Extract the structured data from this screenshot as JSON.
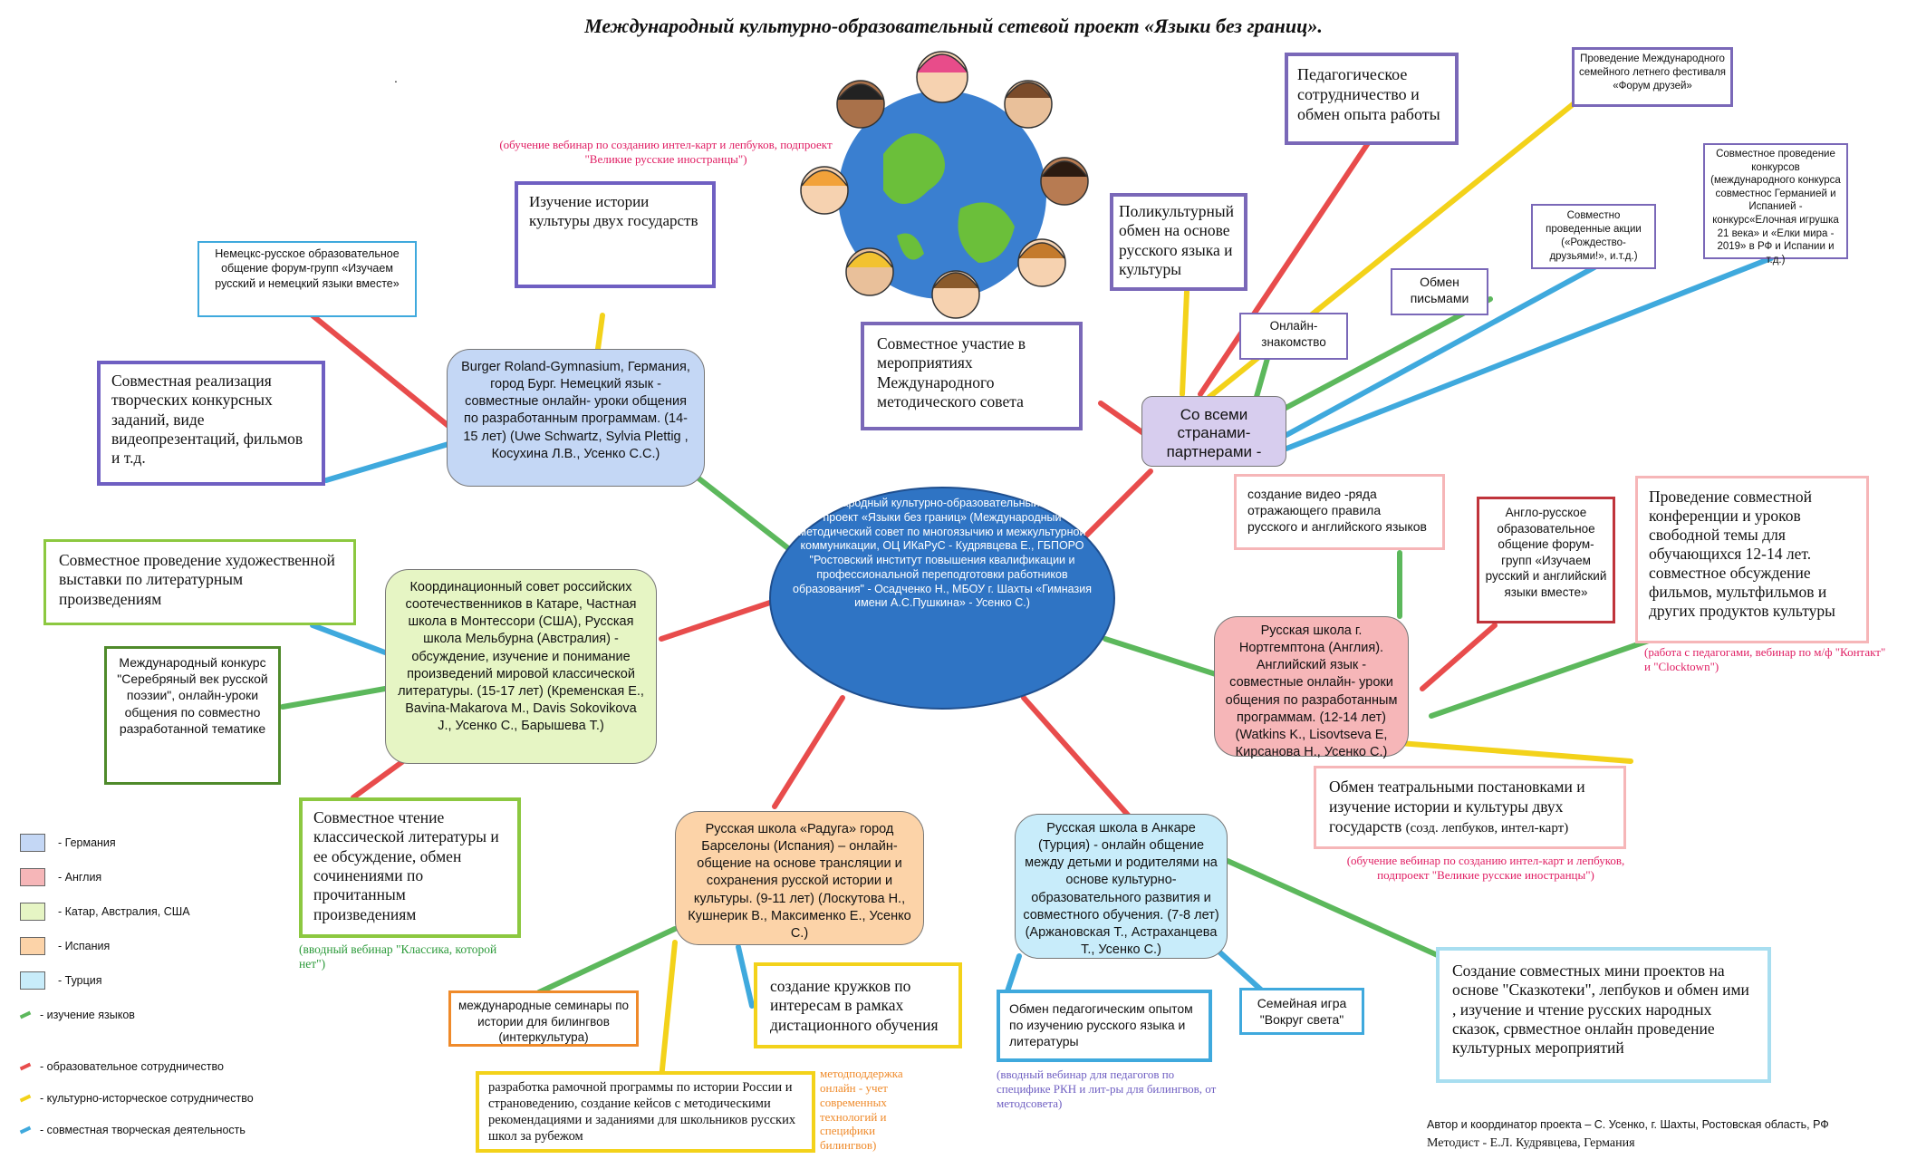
{
  "title": "Международный  культурно-образовательный  сетевой проект «Языки без границ».",
  "dot": ".",
  "colors": {
    "language": "#5cb85c",
    "educational": "#e84c4c",
    "cultural": "#f3d21a",
    "creative": "#3fa9dd",
    "germany": "#c4d7f5",
    "england": "#f6b6b8",
    "qatar": "#e6f5c4",
    "spain": "#fcd3a8",
    "turkey": "#c8ecfa",
    "purple": "#7a68b8",
    "ellipse": "#2f74c4"
  },
  "center": {
    "text": "Международный культурно-образовательный  сетевой проект «Языки без границ» (Международный методический совет по многоязычию и межкультурной коммуникации, ОЦ ИКаРуС - Кудрявцева Е., ГБПОРО \"Ростовский институт повышения квалификации и профессиональной переподготовки работников образования\" - Осадченко Н., МБОУ г. Шахты «Гимназия имени А.С.Пушкина» - Усенко С.)"
  },
  "nodes": {
    "germany": "Burger Roland-Gymnasium, Германия, город Бург. Немецкий язык - совместные онлайн- уроки общения по разработанным программам. (14-15 лет) (Uwe Schwartz,  Sylvia Plettig , Косухина Л.В., Усенко С.С.)",
    "qatar": "Координационный совет российских соотечественников в Катаре, Частная школа в Монтессори (США), Русская школа Мельбурна (Австралия)  - обсуждение, изучение и  понимание произведений мировой классической литературы. (15-17 лет) (Кременская Е., Bavina-Makarova M., Davis Sokovikova J., Усенко С., Барышева Т.)",
    "spain": "Русская школа «Радуга» город Барселоны (Испания) – онлайн-общение на основе трансляции и сохранения русской истории и культуры. (9-11 лет) (Лоскутова Н., Кушнерик В., Максименко Е., Усенко С.)",
    "turkey": "Русская школа в Анкаре (Турция) -  онлайн общение между детьми и родителями на основе культурно-образовательного развития и совместного обучения. (7-8 лет) (Аржановская Т., Астраханцева Т., Усенко С.)",
    "england": "Русская школа г. Нортгемптона (Англия). Английский язык - совместные онлайн- уроки общения по разработанным программам. (12-14 лет) (Watkins K., Lisovtseva E, Кирсанова Н., Усенко С.)",
    "all": "Со всеми странами-партнерами -"
  },
  "boxes": {
    "history": "Изучение истории культуры    двух государств",
    "history_note": "(обучение вебинар по созданию интел-карт и лепбуков, подпроект \"Великие русские иностранцы\")",
    "de_forum": "Немецкс-русское образовательное общение форум-групп «Изучаем русский и немецкий языки вместе»",
    "contests": "Совместная реализация творческих конкурсных заданий, виде видеопрезентаций, фильмов  и т.д.",
    "exhibition": "Совместное проведение художественной выставки по литературным произведениям",
    "silver_age": "Международный конкурс \"Серебряный век русской поэзии\", онлайн-уроки общения по совместно разработанной тематике",
    "reading": "Совместное чтение классической литературы и ее обсуждение, обмен сочинениями  по прочитанным произведениям",
    "reading_note": "(вводный вебинар \"Классика, которой нет\")",
    "seminars": "международные семинары по истории для билингвов (интеркультура)",
    "program": "разработка рамочной программы по истории России и страноведению, создание кейсов с методическими рекомендациями и заданиями для школьников русских школ за рубежом",
    "program_note": "методподдержка онлайн - учет современных технологий и специфики билингвов)",
    "circles": "создание кружков по интересам в рамках дистационного обучения",
    "ped_exchange": "Обмен педагогическим опытом по изучению русского языка и литературы",
    "ped_note": "(вводный вебинар для педагогов по специфике РКН и лит-ры для билингвов, от методсовета)",
    "game": "Семейная  игра \"Вокруг света\"",
    "mini_projects": "Создание совместных мини проектов на основе \"Сказкотеки\", лепбуков и обмен ими , изучение и чтение русских народных сказок, срвместное онлайн проведение культурных мероприятий",
    "theatre": "Обмен театральными постановками и изучение истории и культуры  двух государств",
    "theatre_small": "(созд. лепбуков, интел-карт)",
    "theatre_note": "(обучение вебинар по созданию интел-карт и лепбуков, подпроект \"Великие русские иностранцы\")",
    "video": "создание видео -ряда отражающего правила русского и английского  языков",
    "en_forum": "Англо-русское образовательное общение форум-групп «Изучаем русский и английский языки вместе»",
    "conference": "Проведение совместной конференции и  уроков свободной темы  для обучающихся 12-14 лет. совместное обсуждение фильмов, мультфильмов и других продуктов культуры",
    "conference_note": "(работа с педагогами, вебинар по м/ф \"Контакт\" и \"Clocktown\")",
    "methodical": "Совместное участие в мероприятиях Международного методического совета",
    "polycultural": "Поликультурный обмен на основе русского языка и культуры",
    "pedagogical": "Педагогическое сотрудничество и обмен опыта работы",
    "online_meet": "Онлайн-знакомство",
    "letters": "Обмен письмами",
    "actions": "Совместно проведенные  акции («Рождество-друзьями!», и.т.д.)",
    "festival": "Проведение Международного семейного летнего фестиваля «Форум друзей»",
    "contests2": "Совместное проведение конкурсов (международного конкурса совместнос Германией и Испанией - конкурс«Елочная игрушка 21 века» и «Елки мира - 2019» в РФ и Испании и т.д.)"
  },
  "legend": {
    "germany": "- Германия",
    "england": "- Англия",
    "qatar": "- Катар, Австралия, США",
    "spain": "- Испания",
    "turkey": "- Турция",
    "language": "- изучение языков",
    "educational": "-  образовательное сотрудничество",
    "cultural": "- культурно-исторческое  сотрудничество",
    "creative": "- совместная творческая деятельность"
  },
  "author": {
    "line1": "Автор и координатор проекта – С. Усенко, г. Шахты, Ростовская область,  РФ",
    "line2": "Методист - Е.Л. Кудрявцева, Германия"
  },
  "image": {
    "icon": "children-around-globe-icon"
  }
}
